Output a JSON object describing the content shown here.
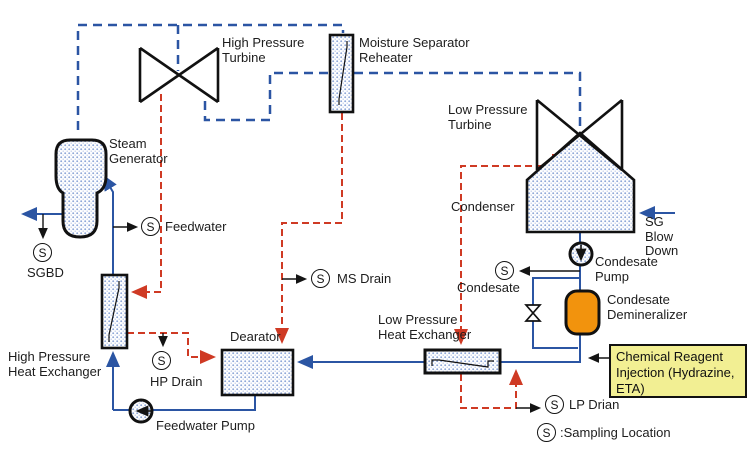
{
  "diagram_type": "PWR secondary water/steam cycle flow diagram",
  "colors": {
    "water_steam_line_blue": "#2B55A3",
    "drain_line_red": "#CF3A24",
    "demineralizer_orange": "#F2930D",
    "chemical_box_yellow": "#F2EF93",
    "outline_black": "#111111",
    "dotted_fill_dot": "#8FA8D8"
  },
  "legend": {
    "symbol": "S",
    "text": ":Sampling Location"
  },
  "components": {
    "steam_generator": "Steam Generator",
    "hp_turbine": "High Pressure Turbine",
    "msr": "Moisture Separator Reheater",
    "lp_turbine": "Low Pressure Turbine",
    "condenser": "Condenser",
    "sg_blow_down": "SG Blow Down",
    "condensate_pump": "Condesate Pump",
    "condensate_demineralizer": "Condesate Demineralizer",
    "chemical_injection": "Chemical Reagent Injection (Hydrazine, ETA)",
    "lp_heat_exchanger": "Low Pressure Heat Exchanger",
    "hp_heat_exchanger": "High Pressure Heat Exchanger",
    "dearator": "Dearator",
    "feedwater_pump": "Feedwater Pump"
  },
  "sampling_points": [
    {
      "id": "sgbd",
      "label": "SGBD"
    },
    {
      "id": "feedwater",
      "label": "Feedwater"
    },
    {
      "id": "ms_drain",
      "label": "MS Drain"
    },
    {
      "id": "hp_drain",
      "label": "HP Drain"
    },
    {
      "id": "condensate",
      "label": "Condesate"
    },
    {
      "id": "lp_drain",
      "label": "LP Drian"
    }
  ]
}
